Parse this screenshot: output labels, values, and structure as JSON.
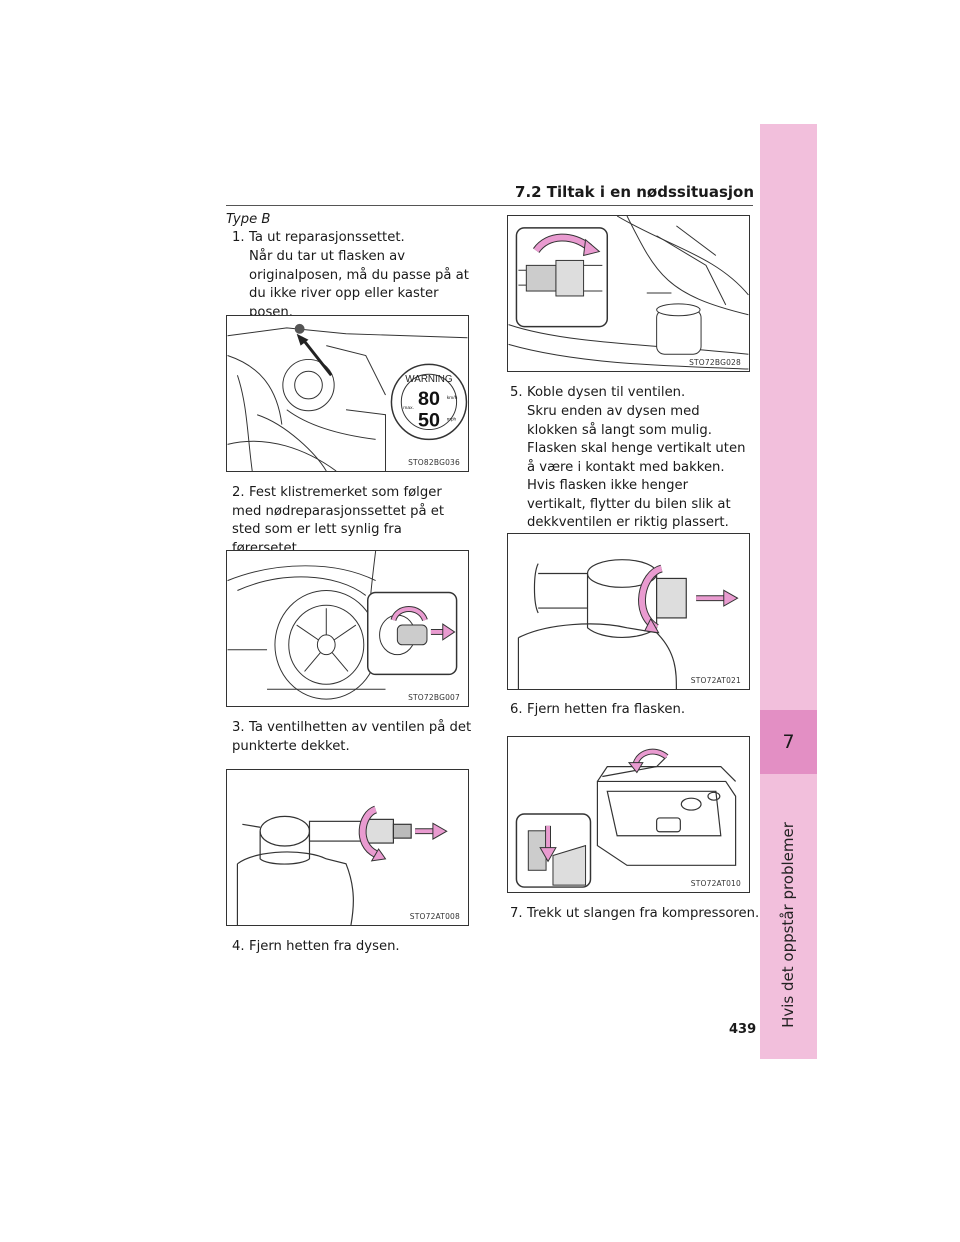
{
  "header": {
    "section": "7.2  Tiltak i en nødssituasjon"
  },
  "side_tab": {
    "chapter": "7",
    "label": "Hvis det oppstår problemer"
  },
  "page_number": "439",
  "intro": {
    "type_label": "Type B"
  },
  "steps": [
    {
      "num": "1.",
      "text": "Ta ut reparasjonssettet.",
      "note": "Når du tar ut flasken av originalposen, må du passe på at du ikke river opp eller kaster posen."
    },
    {
      "num": "2.",
      "text": "Fest klistremerket som følger med nødreparasjonssettet på et sted som er lett synlig fra førersetet."
    },
    {
      "num": "3.",
      "text": "Ta ventilhetten av ventilen på det punkterte dekket."
    },
    {
      "num": "4.",
      "text": "Fjern hetten fra dysen."
    },
    {
      "num": "5.",
      "text": "Koble dysen til ventilen.",
      "note1": "Skru enden av dysen med klokken så langt som mulig.",
      "note2": "Flasken skal henge vertikalt uten å være i kontakt med bakken. Hvis flasken ikke henger vertikalt, flytter du bilen slik at dekkventilen er riktig plassert."
    },
    {
      "num": "6.",
      "text": "Fjern hetten fra flasken."
    },
    {
      "num": "7.",
      "text": "Trekk ut slangen fra kompressoren."
    }
  ],
  "figures": {
    "sticker": {
      "code": "STO82BG036",
      "warning": "WARNING",
      "speed1": "80",
      "speed2": "50",
      "unit_kmh": "km/h",
      "unit_mph": "mph",
      "max": "max."
    },
    "wheel": {
      "code": "STO72BG007"
    },
    "nozzle_cap": {
      "code": "STO72AT008"
    },
    "connect": {
      "code": "STO72BG028"
    },
    "bottle_cap": {
      "code": "STO72AT021"
    },
    "hose": {
      "code": "STO72AT010"
    }
  }
}
